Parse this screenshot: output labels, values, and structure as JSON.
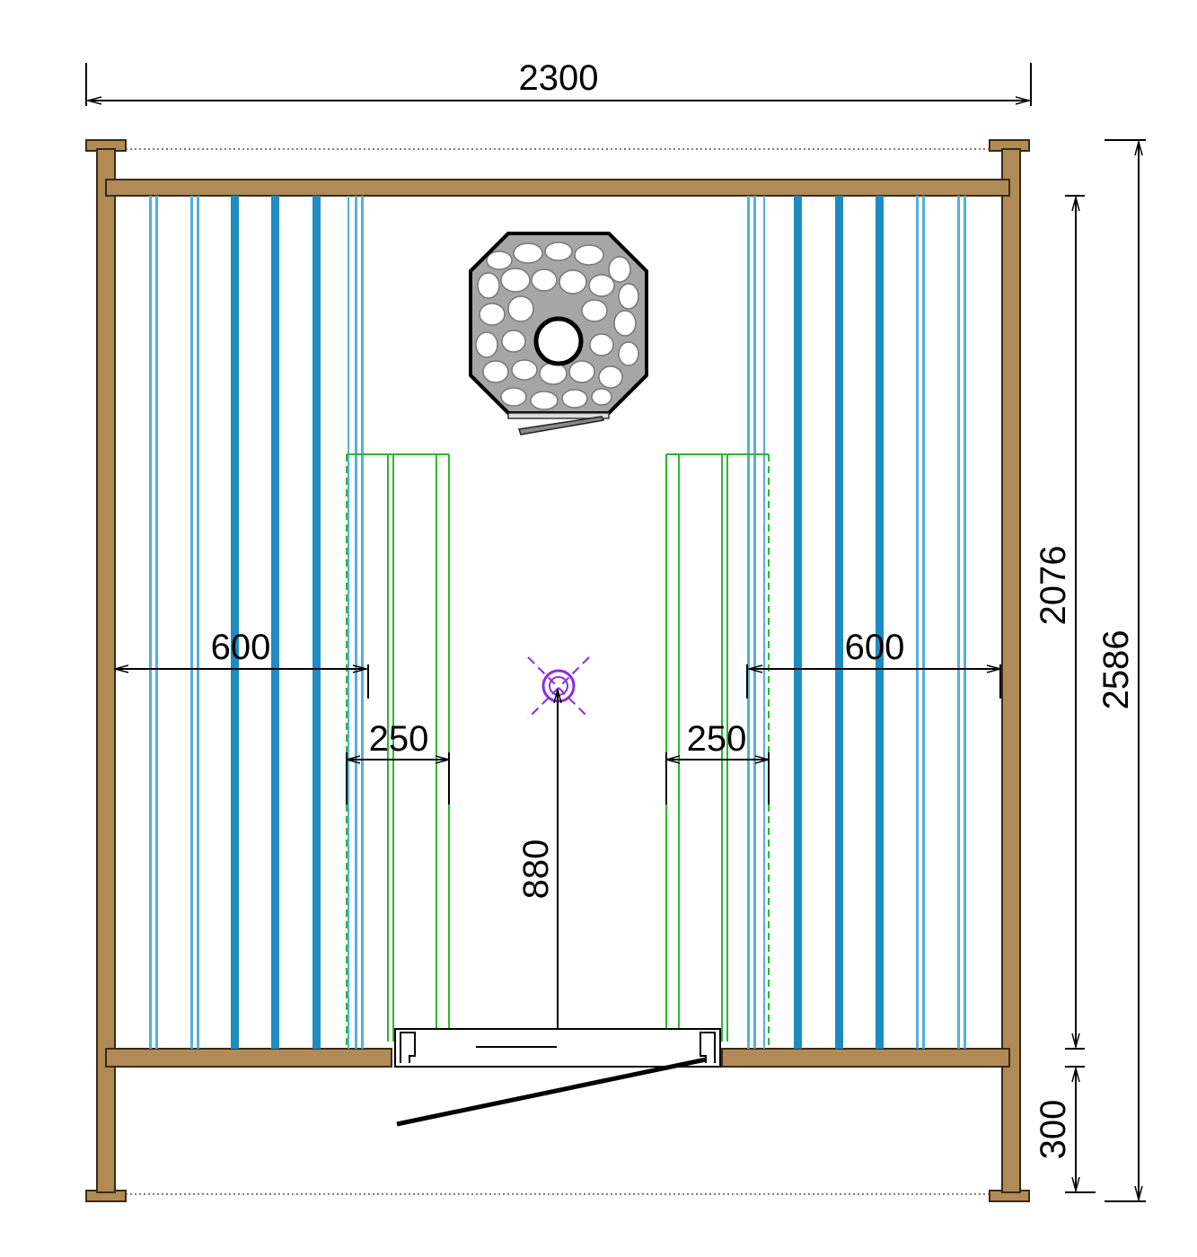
{
  "dimensions": {
    "overall_width": "2300",
    "overall_depth": "2586",
    "inner_depth": "2076",
    "porch_depth": "300",
    "bench_depth_left": "600",
    "bench_depth_right": "600",
    "step_width_left": "250",
    "step_width_right": "250",
    "lamp_distance": "880"
  },
  "colors": {
    "timber": "#b08b57",
    "timber_stroke": "#3b2a14",
    "bench_slat": "#1e8bc3",
    "bench_slat_light": "#56aede",
    "step_outline": "#2fb52f",
    "lamp": "#8a2be2",
    "stove_stone": "#9a9a9a",
    "line": "#000000"
  },
  "icons": {
    "stove": "octagonal-sauna-stove-icon",
    "lamp": "ceiling-lamp-icon",
    "door": "door-swing-icon"
  }
}
